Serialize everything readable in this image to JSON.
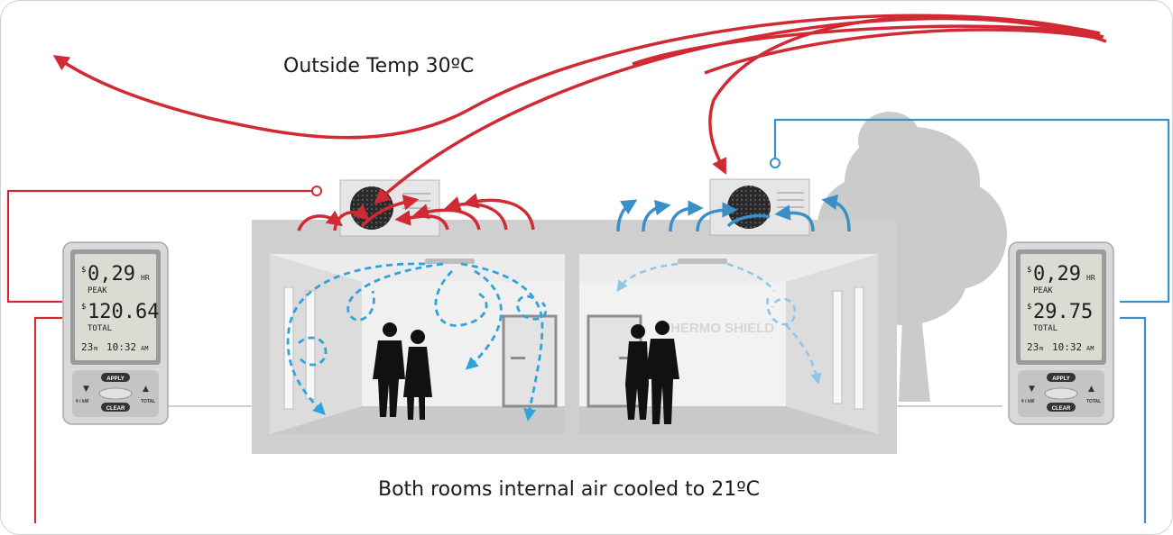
{
  "labels": {
    "outside": "Outside Temp 30ºC",
    "inside": "Both rooms internal air cooled to 21ºC",
    "brand": "THERMO SHIELD"
  },
  "meters": [
    {
      "rate": "0,29",
      "rate_unit": "HR",
      "rate_label": "PEAK",
      "total": "120.64",
      "total_label": "TOTAL",
      "days": "23",
      "days_unit": "m",
      "time": "10:32",
      "time_unit": "AM"
    },
    {
      "rate": "0,29",
      "rate_unit": "HR",
      "rate_label": "PEAK",
      "total": "29.75",
      "total_label": "TOTAL",
      "days": "23",
      "days_unit": "m",
      "time": "10:32",
      "time_unit": "AM"
    }
  ],
  "meter_buttons": {
    "apply": "APPLY",
    "clear": "CLEAR",
    "cost": "¢ / kW",
    "total": "TOTAL"
  },
  "currency": "$",
  "colors": {
    "hot": "#d02a35",
    "cool": "#3a8fc9",
    "airflow": "#2fa3dd",
    "building": "#cfcfcf",
    "interior": "#e9e9e9",
    "tree": "#c8c8c8"
  },
  "icons": [
    "fan-unit-icon",
    "arrow-up-icon",
    "arrow-down-icon",
    "person-silhouette-icon",
    "tree-icon",
    "door-icon"
  ]
}
